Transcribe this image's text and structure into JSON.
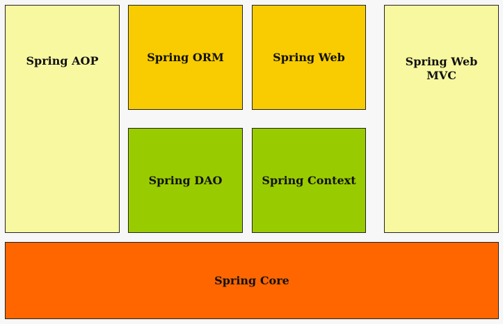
{
  "diagram": {
    "colors": {
      "pale_yellow": "#f8f8a0",
      "gold": "#f8cc00",
      "green": "#99cc00",
      "orange": "#ff6600",
      "background": "#f7f7f7",
      "border": "#222222"
    },
    "modules": {
      "aop": {
        "label": "Spring AOP",
        "color": "#f8f8a0"
      },
      "orm": {
        "label": "Spring ORM",
        "color": "#f8cc00"
      },
      "web": {
        "label": "Spring Web",
        "color": "#f8cc00"
      },
      "web_mvc": {
        "label": "Spring Web\nMVC",
        "color": "#f8f8a0"
      },
      "dao": {
        "label": "Spring DAO",
        "color": "#99cc00"
      },
      "context": {
        "label": "Spring Context",
        "color": "#99cc00"
      },
      "core": {
        "label": "Spring Core",
        "color": "#ff6600"
      }
    }
  }
}
